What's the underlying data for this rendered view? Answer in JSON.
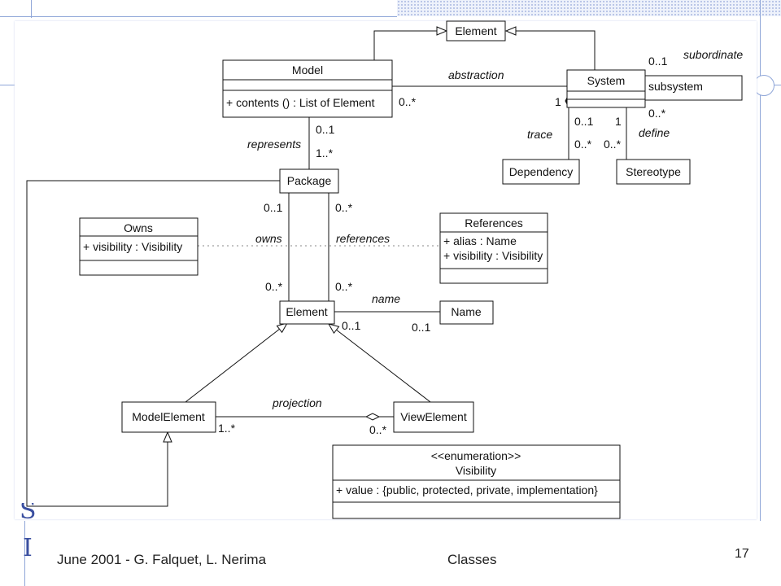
{
  "slide": {
    "footer_left": "June 2001 - G. Falquet, L. Nerima",
    "footer_center": "Classes",
    "page_number": "17",
    "side_letter": "I",
    "side_letter_partial": "S",
    "accent_color": "#8fa6d8",
    "dots_color": "#a9b8e0"
  },
  "diagram": {
    "classes": {
      "element_top": {
        "name": "Element"
      },
      "model": {
        "name": "Model",
        "operation": "+ contents () : List of Element"
      },
      "system": {
        "name": "System"
      },
      "dependency": {
        "name": "Dependency"
      },
      "stereotype": {
        "name": "Stereotype"
      },
      "package": {
        "name": "Package"
      },
      "owns": {
        "name": "Owns",
        "attribute": "+ visibility : Visibility"
      },
      "references": {
        "name": "References",
        "attribute_1": "+ alias : Name",
        "attribute_2": "+ visibility : Visibility"
      },
      "element": {
        "name": "Element"
      },
      "name": {
        "name": "Name"
      },
      "model_element": {
        "name": "ModelElement"
      },
      "view_element": {
        "name": "ViewElement"
      },
      "visibility": {
        "stereotype": "<<enumeration>>",
        "name": "Visibility",
        "attribute": "+ value : {public, protected, private, implementation}"
      }
    },
    "labels": {
      "subordinate": "subordinate",
      "subordinate_mult": "0..1",
      "subsystem": "subsystem",
      "abstraction": "abstraction",
      "abstraction_mult_model": "0..*",
      "abstraction_mult_system": "1",
      "subsystem_mult": "0..*",
      "trace": "trace",
      "trace_mult_system": "0..1",
      "trace_mult_dependency": "0..*",
      "define": "define",
      "define_mult_system": "1",
      "define_mult_stereotype": "0..*",
      "represents": "represents",
      "represents_mult_model": "0..1",
      "represents_mult_package": "1..*",
      "owns": "owns",
      "owns_mult_package": "0..1",
      "owns_mult_element": "0..*",
      "references": "references",
      "references_mult_package": "0..*",
      "references_mult_element": "0..*",
      "name": "name",
      "name_mult_element": "0..1",
      "name_mult_name": "0..1",
      "projection": "projection",
      "projection_mult_model": "1..*",
      "projection_mult_view": "0..*"
    }
  }
}
